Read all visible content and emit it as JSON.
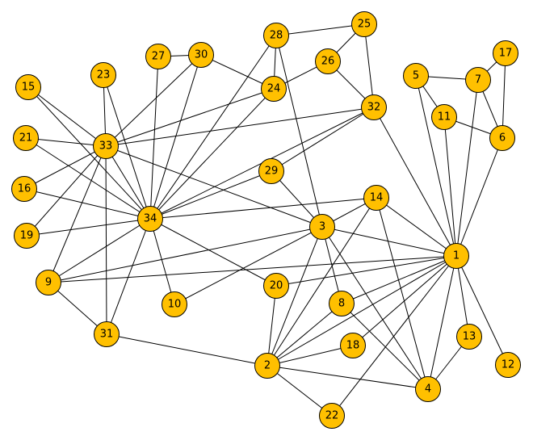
{
  "graph": {
    "node_color": "#FFC000",
    "edge_color": "#000000",
    "nodes": [
      {
        "id": "1",
        "label": "1"
      },
      {
        "id": "2",
        "label": "2"
      },
      {
        "id": "3",
        "label": "3"
      },
      {
        "id": "4",
        "label": "4"
      },
      {
        "id": "5",
        "label": "5"
      },
      {
        "id": "6",
        "label": "6"
      },
      {
        "id": "7",
        "label": "7"
      },
      {
        "id": "8",
        "label": "8"
      },
      {
        "id": "9",
        "label": "9"
      },
      {
        "id": "10",
        "label": "10"
      },
      {
        "id": "11",
        "label": "11"
      },
      {
        "id": "12",
        "label": "12"
      },
      {
        "id": "13",
        "label": "13"
      },
      {
        "id": "14",
        "label": "14"
      },
      {
        "id": "15",
        "label": "15"
      },
      {
        "id": "16",
        "label": "16"
      },
      {
        "id": "17",
        "label": "17"
      },
      {
        "id": "18",
        "label": "18"
      },
      {
        "id": "19",
        "label": "19"
      },
      {
        "id": "20",
        "label": "20"
      },
      {
        "id": "21",
        "label": "21"
      },
      {
        "id": "22",
        "label": "22"
      },
      {
        "id": "23",
        "label": "23"
      },
      {
        "id": "24",
        "label": "24"
      },
      {
        "id": "25",
        "label": "25"
      },
      {
        "id": "26",
        "label": "26"
      },
      {
        "id": "27",
        "label": "27"
      },
      {
        "id": "28",
        "label": "28"
      },
      {
        "id": "29",
        "label": "29"
      },
      {
        "id": "30",
        "label": "30"
      },
      {
        "id": "31",
        "label": "31"
      },
      {
        "id": "32",
        "label": "32"
      },
      {
        "id": "33",
        "label": "33"
      },
      {
        "id": "34",
        "label": "34"
      }
    ],
    "edges": [
      [
        "1",
        "2"
      ],
      [
        "1",
        "3"
      ],
      [
        "1",
        "4"
      ],
      [
        "1",
        "5"
      ],
      [
        "1",
        "6"
      ],
      [
        "1",
        "7"
      ],
      [
        "1",
        "8"
      ],
      [
        "1",
        "9"
      ],
      [
        "1",
        "11"
      ],
      [
        "1",
        "12"
      ],
      [
        "1",
        "13"
      ],
      [
        "1",
        "14"
      ],
      [
        "1",
        "18"
      ],
      [
        "1",
        "20"
      ],
      [
        "1",
        "22"
      ],
      [
        "1",
        "32"
      ],
      [
        "2",
        "3"
      ],
      [
        "2",
        "4"
      ],
      [
        "2",
        "8"
      ],
      [
        "2",
        "14"
      ],
      [
        "2",
        "18"
      ],
      [
        "2",
        "20"
      ],
      [
        "2",
        "22"
      ],
      [
        "2",
        "31"
      ],
      [
        "3",
        "4"
      ],
      [
        "3",
        "8"
      ],
      [
        "3",
        "9"
      ],
      [
        "3",
        "10"
      ],
      [
        "3",
        "14"
      ],
      [
        "3",
        "28"
      ],
      [
        "3",
        "29"
      ],
      [
        "3",
        "33"
      ],
      [
        "4",
        "8"
      ],
      [
        "4",
        "13"
      ],
      [
        "4",
        "14"
      ],
      [
        "5",
        "7"
      ],
      [
        "5",
        "11"
      ],
      [
        "6",
        "7"
      ],
      [
        "6",
        "11"
      ],
      [
        "6",
        "17"
      ],
      [
        "7",
        "17"
      ],
      [
        "9",
        "31"
      ],
      [
        "9",
        "33"
      ],
      [
        "9",
        "34"
      ],
      [
        "10",
        "34"
      ],
      [
        "14",
        "34"
      ],
      [
        "15",
        "33"
      ],
      [
        "15",
        "34"
      ],
      [
        "16",
        "33"
      ],
      [
        "16",
        "34"
      ],
      [
        "19",
        "33"
      ],
      [
        "19",
        "34"
      ],
      [
        "20",
        "34"
      ],
      [
        "21",
        "33"
      ],
      [
        "21",
        "34"
      ],
      [
        "23",
        "33"
      ],
      [
        "23",
        "34"
      ],
      [
        "24",
        "26"
      ],
      [
        "24",
        "28"
      ],
      [
        "24",
        "30"
      ],
      [
        "24",
        "33"
      ],
      [
        "24",
        "34"
      ],
      [
        "25",
        "26"
      ],
      [
        "25",
        "28"
      ],
      [
        "25",
        "32"
      ],
      [
        "26",
        "32"
      ],
      [
        "27",
        "30"
      ],
      [
        "27",
        "34"
      ],
      [
        "28",
        "34"
      ],
      [
        "29",
        "32"
      ],
      [
        "29",
        "34"
      ],
      [
        "30",
        "33"
      ],
      [
        "30",
        "34"
      ],
      [
        "31",
        "33"
      ],
      [
        "31",
        "34"
      ],
      [
        "32",
        "33"
      ],
      [
        "32",
        "34"
      ],
      [
        "33",
        "34"
      ]
    ]
  }
}
